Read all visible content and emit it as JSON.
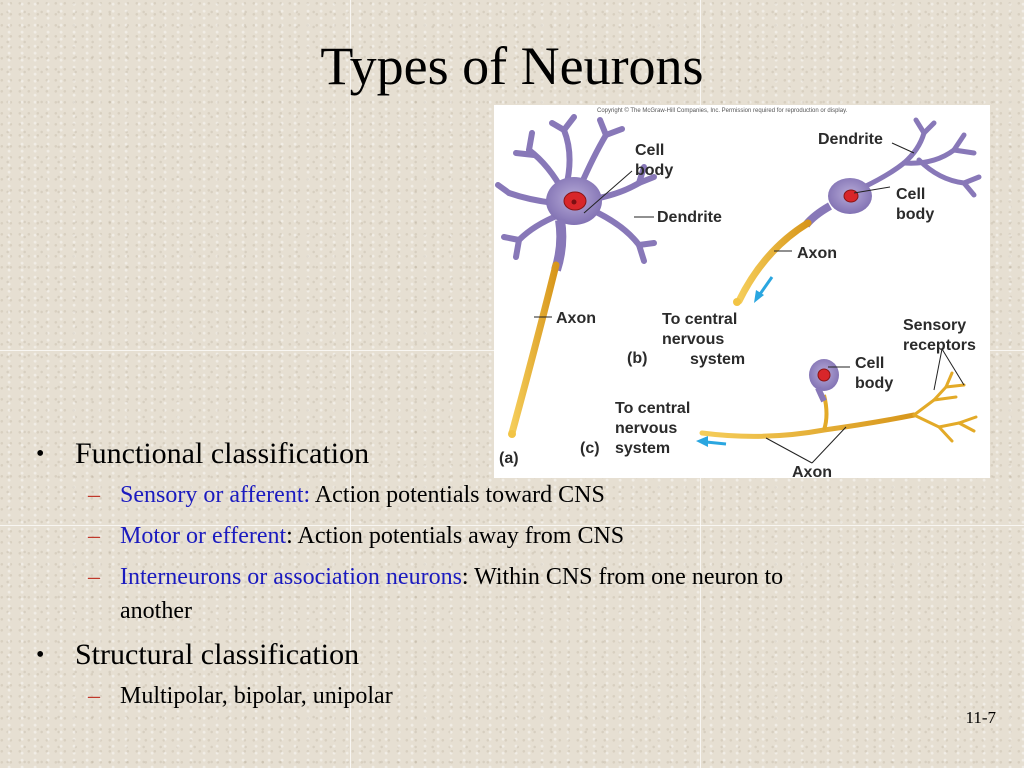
{
  "slide": {
    "title": "Types of Neurons",
    "number": "11-7"
  },
  "figure": {
    "copyright": "Copyright © The McGraw-Hill Companies, Inc. Permission required for reproduction or display.",
    "a": {
      "cell_body_line1": "Cell",
      "cell_body_line2": "body",
      "dendrite": "Dendrite",
      "axon": "Axon",
      "panel_tag": "(a)"
    },
    "b": {
      "dendrite": "Dendrite",
      "cell_body_line1": "Cell",
      "cell_body_line2": "body",
      "axon": "Axon",
      "to_cns_line1": "To central",
      "to_cns_line2": "nervous",
      "to_cns_line3": "system",
      "panel_tag": "(b)"
    },
    "c": {
      "sensory_line1": "Sensory",
      "sensory_line2": "receptors",
      "cell_body_line1": "Cell",
      "cell_body_line2": "body",
      "to_cns_line1": "To central",
      "to_cns_line2": "nervous",
      "to_cns_line3": "system",
      "axon": "Axon",
      "panel_tag": "(c)"
    },
    "colors": {
      "soma": "#8878b8",
      "nucleus": "#d8262a",
      "axon": "#e3aa28",
      "arrow": "#2aa6e0"
    }
  },
  "bullets": {
    "functional": {
      "text": "Functional classification",
      "items": [
        {
          "term": "Sensory or afferent:",
          "rest": " Action potentials toward CNS"
        },
        {
          "term": "Motor or efferent",
          "rest": ": Action potentials away from CNS"
        },
        {
          "term": "Interneurons or association neurons",
          "rest": ": Within CNS from one neuron to another"
        }
      ]
    },
    "structural": {
      "text": "Structural classification",
      "items": [
        {
          "text": "Multipolar, bipolar, unipolar"
        }
      ]
    },
    "bullet_glyph": "•",
    "dash_glyph": "–"
  }
}
